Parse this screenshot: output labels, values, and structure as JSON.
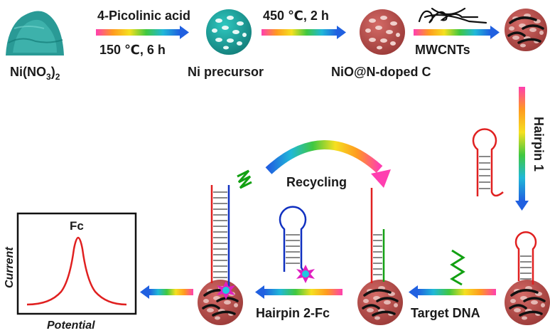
{
  "labels": {
    "reagent": "Ni(NO",
    "reagent_sub3": "3",
    "reagent_close": ")",
    "reagent_sub2": "2",
    "step1_top": "4-Picolinic acid",
    "step1_bottom": "150 ℃, 6 h",
    "precursor": "Ni precursor",
    "step2_top": "450 ℃, 2 h",
    "product": "NiO@N-doped C",
    "step3_bottom": "MWCNTs",
    "hairpin1": "Hairpin 1",
    "recycling": "Recycling",
    "target": "Target DNA",
    "hairpin2": "Hairpin 2-Fc",
    "peak_label": "Fc",
    "y_axis": "Current",
    "x_axis": "Potential"
  },
  "colors": {
    "particle_teal": "#1a9e9a",
    "particle_red": "#b84a48",
    "strand_red": "#e02020",
    "strand_blue": "#1030c0",
    "strand_green": "#12a012",
    "fc_star": "#e020c0",
    "fc_core": "#20c8e0",
    "peak_curve": "#e02020"
  }
}
